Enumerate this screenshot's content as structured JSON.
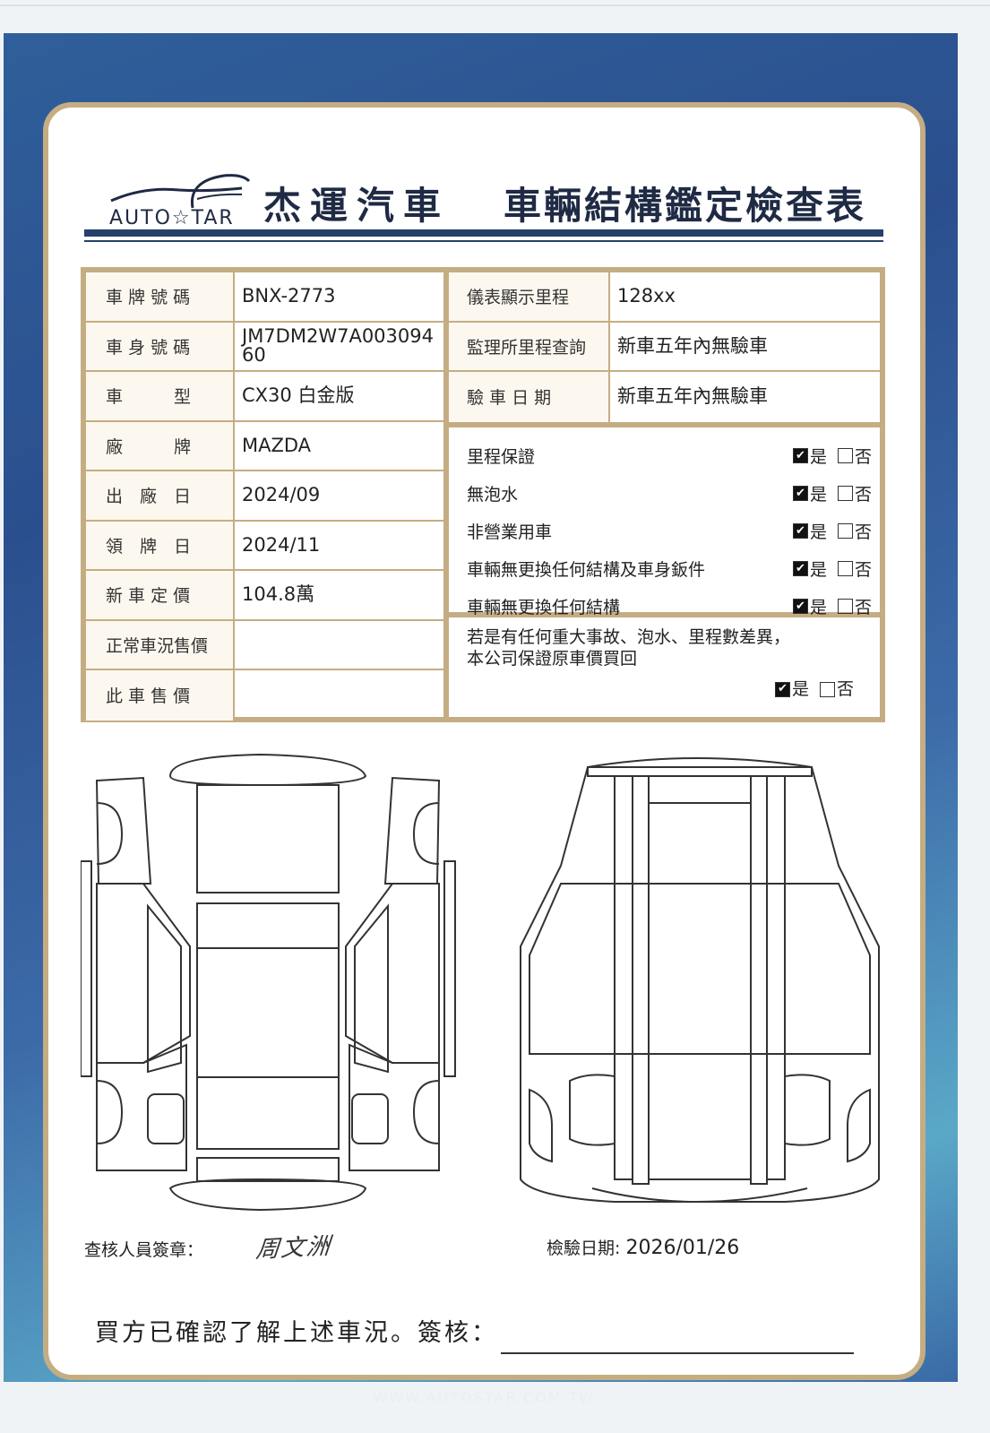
{
  "header": {
    "logo_text": "AUTOSTAR",
    "brand": "杰運汽車",
    "title": "車輛結構鑑定檢查表"
  },
  "left_table": [
    {
      "label": "車 牌 號 碼",
      "value": "BNX-2773"
    },
    {
      "label": "車 身 號 碼",
      "value": "JM7DM2W7A003094 60"
    },
    {
      "label": "車　　　型",
      "value": "CX30 白金版"
    },
    {
      "label": "廠　　　牌",
      "value": "MAZDA"
    },
    {
      "label": "出　廠　日",
      "value": "2024/09"
    },
    {
      "label": "領　牌　日",
      "value": "2024/11"
    },
    {
      "label": "新 車 定 價",
      "value": "104.8萬"
    },
    {
      "label": "正常車況售價",
      "value": ""
    },
    {
      "label": "此 車 售 價",
      "value": ""
    }
  ],
  "right_table": [
    {
      "label": "儀表顯示里程",
      "value": "128xx"
    },
    {
      "label": "監理所里程查詢",
      "value": "新車五年內無驗車"
    },
    {
      "label": "驗 車 日 期",
      "value": "新車五年內無驗車"
    }
  ],
  "yes_label": "是",
  "no_label": "否",
  "checklist": [
    {
      "label": "里程保證",
      "yes": true
    },
    {
      "label": "無泡水",
      "yes": true
    },
    {
      "label": "非營業用車",
      "yes": true
    },
    {
      "label": "車輛無更換任何結構及車身鈑件",
      "yes": true
    },
    {
      "label": "車輛無更換任何結構",
      "yes": true
    }
  ],
  "notice": {
    "line1": "若是有任何重大事故、泡水、里程數差異，",
    "line2": "本公司保證原車價買回",
    "yes": true
  },
  "inspector_label": "查核人員簽章：",
  "inspector_signature": "周文洲",
  "inspection_date_label": "檢驗日期:",
  "inspection_date": "2026/01/26",
  "buyer_confirm": "買方已確認了解上述車況。簽核：",
  "footer": "WWW.AUTOSTAR.COM.TW"
}
